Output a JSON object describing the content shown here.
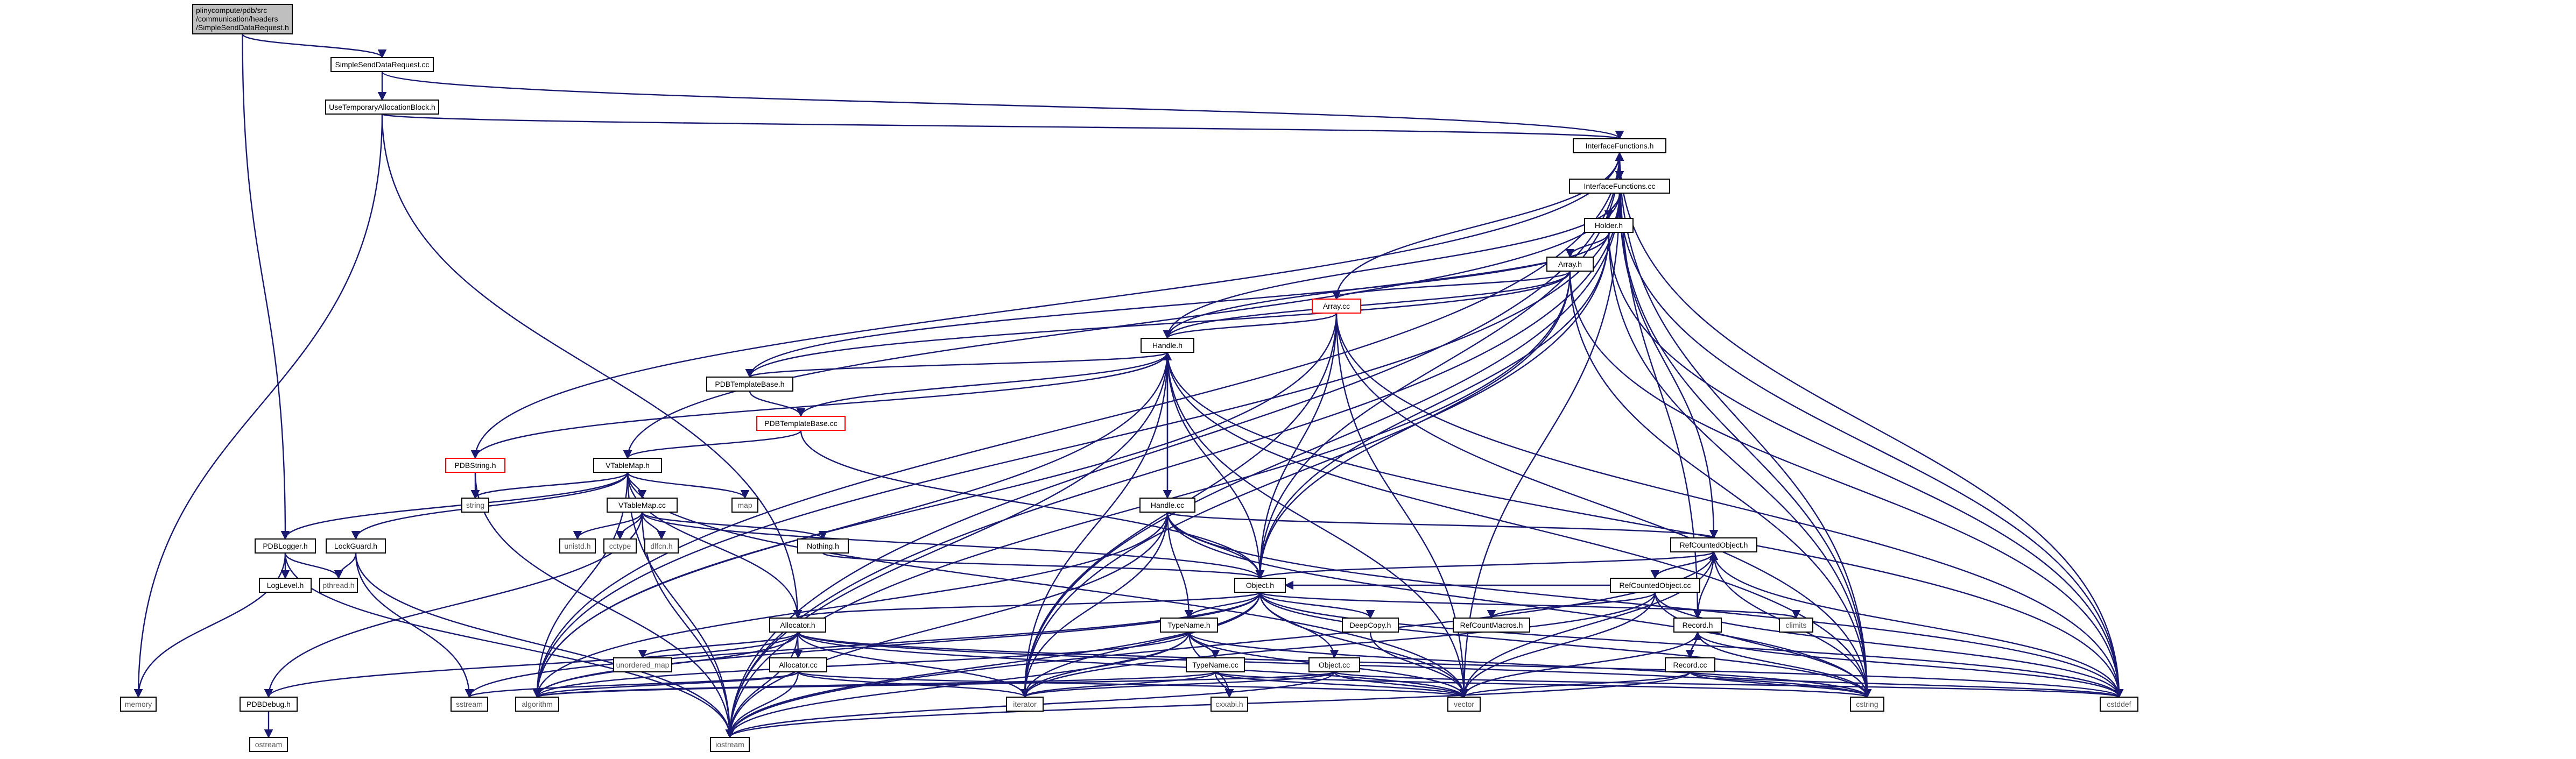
{
  "diagram": {
    "root": [
      "plinycompute/pdb/src",
      "/communication/headers",
      "/SimpleSendDataRequest.h"
    ],
    "nodes": {
      "simple_send_cc": "SimpleSendDataRequest.cc",
      "use_temp_alloc": "UseTemporaryAllocationBlock.h",
      "interface_functions_h": "InterfaceFunctions.h",
      "interface_functions_cc": "InterfaceFunctions.cc",
      "holder_h": "Holder.h",
      "array_h": "Array.h",
      "array_cc": "Array.cc",
      "handle_h": "Handle.h",
      "pdb_template_base_h": "PDBTemplateBase.h",
      "pdb_template_base_cc": "PDBTemplateBase.cc",
      "pdb_string_h": "PDBString.h",
      "vtable_map_h": "VTableMap.h",
      "vtable_map_cc": "VTableMap.cc",
      "handle_cc": "Handle.cc",
      "ref_counted_object_h": "RefCountedObject.h",
      "ref_counted_object_cc": "RefCountedObject.cc",
      "object_h": "Object.h",
      "pdb_logger_h": "PDBLogger.h",
      "lock_guard_h": "LockGuard.h",
      "log_level_h": "LogLevel.h",
      "pthread_h": "pthread.h",
      "nothing_h": "Nothing.h",
      "string_sys": "string",
      "map": "map",
      "unistd_h": "unistd.h",
      "cctype": "cctype",
      "dlfcn_h": "dlfcn.h",
      "allocator_h": "Allocator.h",
      "type_name_h": "TypeName.h",
      "deep_copy_h": "DeepCopy.h",
      "ref_count_macros_h": "RefCountMacros.h",
      "record_h": "Record.h",
      "record_cc": "Record.cc",
      "climits": "climits",
      "unordered_map": "unordered_map",
      "allocator_cc": "Allocator.cc",
      "type_name_cc": "TypeName.cc",
      "object_cc": "Object.cc",
      "cxxabi_h": "cxxabi.h",
      "memory": "memory",
      "pdb_debug_h": "PDBDebug.h",
      "sstream": "sstream",
      "algorithm": "algorithm",
      "iterator": "iterator",
      "vector": "vector",
      "cstring": "cstring",
      "cstddef": "cstddef",
      "iostream": "iostream",
      "ostream": "ostream"
    }
  }
}
